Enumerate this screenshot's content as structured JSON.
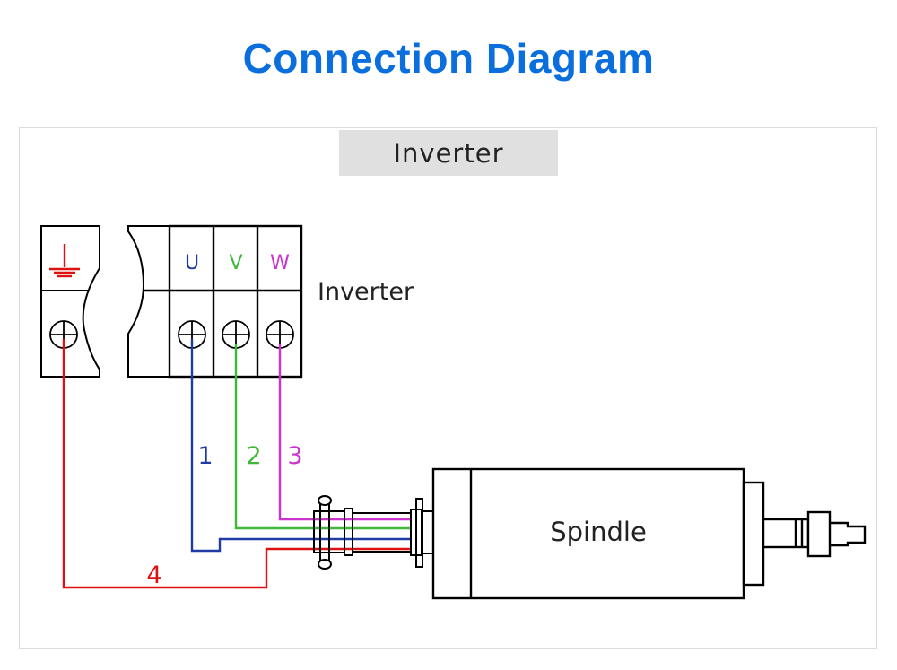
{
  "title": "Connection Diagram",
  "header_label": "Inverter",
  "inverter": {
    "side_label": "Inverter",
    "terminals": [
      {
        "id": "ground",
        "label": "",
        "icon": "ground-icon",
        "color": "#dd1111"
      },
      {
        "id": "U",
        "label": "U",
        "color": "#1f3aa3"
      },
      {
        "id": "V",
        "label": "V",
        "color": "#3fb838"
      },
      {
        "id": "W",
        "label": "W",
        "color": "#cc33cc"
      }
    ]
  },
  "wires": [
    {
      "number": "1",
      "terminal": "U",
      "color": "#1f3aa3"
    },
    {
      "number": "2",
      "terminal": "V",
      "color": "#3fb838"
    },
    {
      "number": "3",
      "terminal": "W",
      "color": "#cc33cc"
    },
    {
      "number": "4",
      "terminal": "ground",
      "color": "#dd1111"
    }
  ],
  "spindle": {
    "label": "Spindle"
  },
  "colors": {
    "title": "#0a6fdc",
    "header_bg": "#e0e0e0",
    "frame_border": "#dcdcdc",
    "outline": "#000000"
  }
}
